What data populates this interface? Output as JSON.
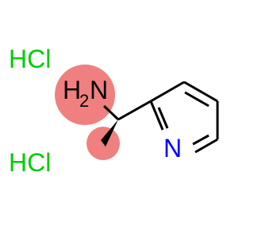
{
  "structure": {
    "salt_labels": [
      "HCl",
      "HCl"
    ],
    "amine": {
      "element": "H",
      "subscript": "2",
      "atom": "N",
      "color": "#000000"
    },
    "ring_atom": {
      "label": "N",
      "color": "#0000ff"
    },
    "colors": {
      "bond": "#000000",
      "salt": "#00cc00",
      "highlight": "#f08080"
    }
  }
}
